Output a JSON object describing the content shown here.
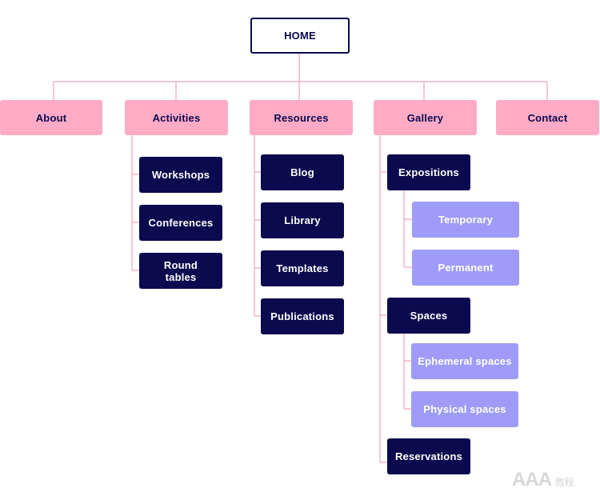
{
  "home": "HOME",
  "top_level": [
    "About",
    "Activities",
    "Resources",
    "Gallery",
    "Contact"
  ],
  "activities": [
    "Workshops",
    "Conferences",
    "Round tables"
  ],
  "resources": [
    "Blog",
    "Library",
    "Templates",
    "Publications"
  ],
  "gallery": {
    "expositions": {
      "label": "Expositions",
      "children": [
        "Temporary",
        "Permanent"
      ]
    },
    "spaces": {
      "label": "Spaces",
      "children": [
        "Ephemeral spaces",
        "Physical spaces"
      ]
    },
    "reservations": "Reservations"
  },
  "watermark": {
    "main": "AAA",
    "sub": "教程"
  },
  "colors": {
    "navy": "#0b0a4e",
    "pink": "#ffabc6",
    "lilac": "#9e9cf8",
    "connector": "#f0a3bd"
  }
}
